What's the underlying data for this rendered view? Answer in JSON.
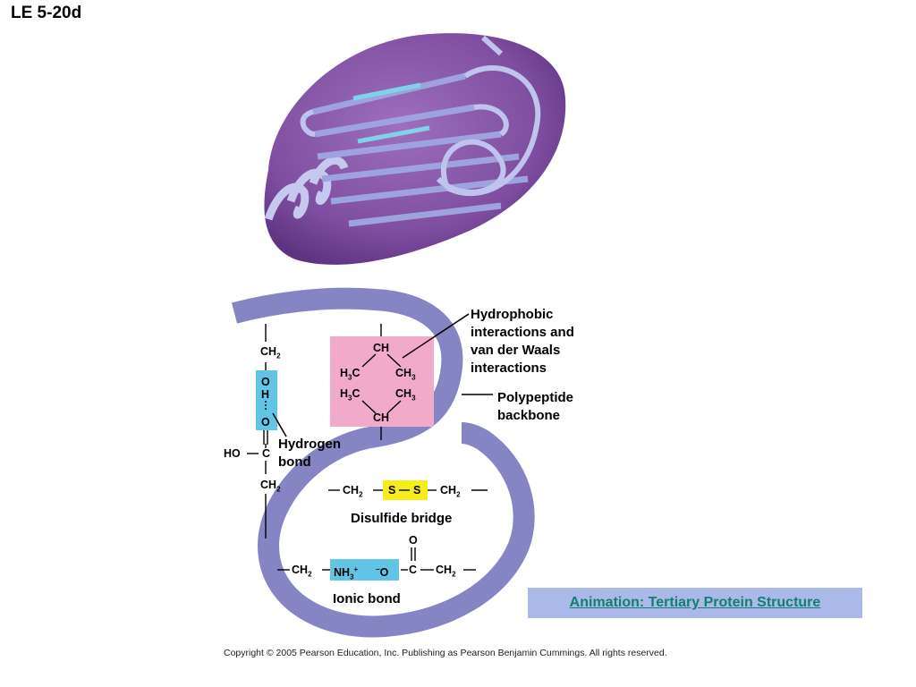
{
  "slide_title": "LE 5-20d",
  "labels": {
    "hydrophobic": [
      "Hydrophobic",
      "interactions and",
      "van der Waals",
      "interactions"
    ],
    "backbone": [
      "Polypeptide",
      "backbone"
    ],
    "hydrogen_bond": [
      "Hydrogen",
      "bond"
    ],
    "disulfide": "Disulfide bridge",
    "ionic": "Ionic bond"
  },
  "chem": {
    "ch": "CH",
    "ch2": "CH",
    "ch3": "CH",
    "h3c": "C",
    "h": "H",
    "o": "O",
    "c": "C",
    "s": "S",
    "ho": "HO",
    "nh3": "NH",
    "o_minus": "O",
    "sub2": "2",
    "sub3": "3",
    "plus": "+",
    "minus": "−"
  },
  "animation_link": "Animation: Tertiary Protein Structure",
  "copyright": "Copyright © 2005 Pearson Education, Inc. Publishing as Pearson Benjamin Cummings. All rights reserved.",
  "colors": {
    "protein_body": "#8a5aa8",
    "ribbon": "#b3b6e6",
    "backbone": "#8585c4",
    "pink_box": "#f2aacb",
    "cyan_box": "#63c5e6",
    "yellow_box": "#f5ee1a",
    "link_bg": "#aab8ea",
    "link_text": "#14806b"
  }
}
